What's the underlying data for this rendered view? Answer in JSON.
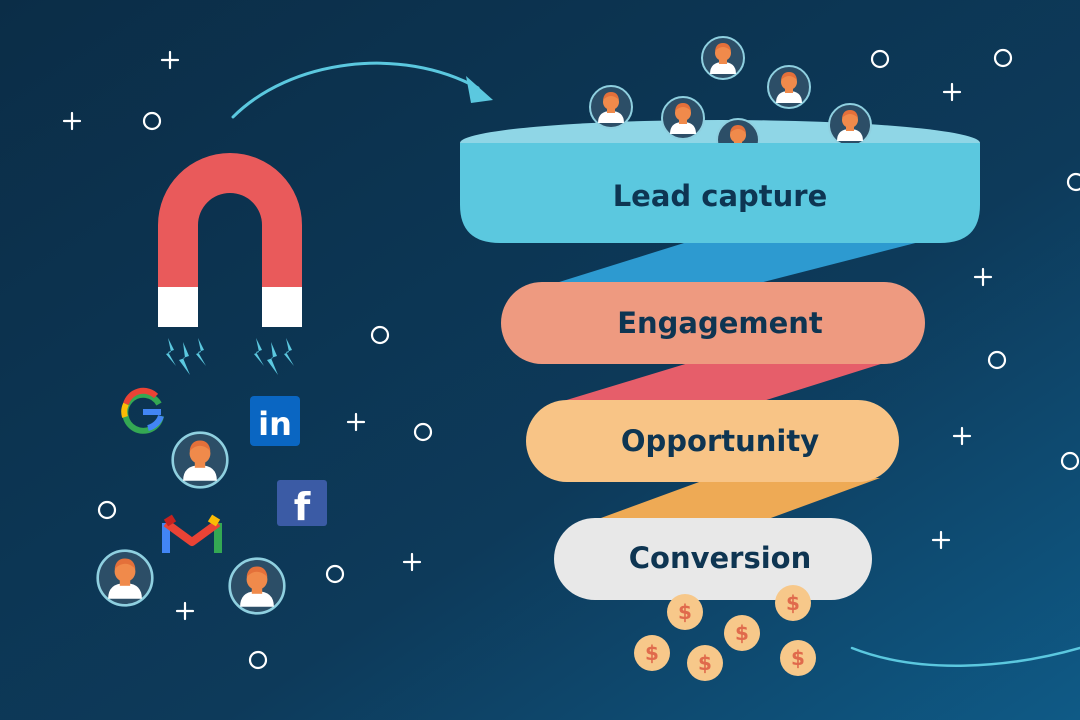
{
  "funnel": {
    "stages": [
      {
        "label": "Lead capture",
        "color": "#5bc8df"
      },
      {
        "label": "Engagement",
        "color": "#ee9a80"
      },
      {
        "label": "Opportunity",
        "color": "#f8c486"
      },
      {
        "label": "Conversion",
        "color": "#e8e8e8"
      }
    ],
    "connector_colors": [
      "#2d9ad0",
      "#e65e6a",
      "#eeaa55"
    ]
  },
  "sources": {
    "magnet": {
      "icon": "magnet-icon",
      "color": "#e95a5b"
    },
    "channels": [
      {
        "name": "google-icon",
        "letter": "G"
      },
      {
        "name": "linkedin-icon",
        "letter": "in"
      },
      {
        "name": "facebook-icon",
        "letter": "f"
      },
      {
        "name": "gmail-icon",
        "letter": "M"
      }
    ]
  },
  "output": {
    "icon": "dollar-coin-icon",
    "symbol": "$",
    "color": "#f7c88a"
  },
  "colors": {
    "background": "#0c3350",
    "accent": "#5bc8df",
    "person": "#f08a4b"
  }
}
